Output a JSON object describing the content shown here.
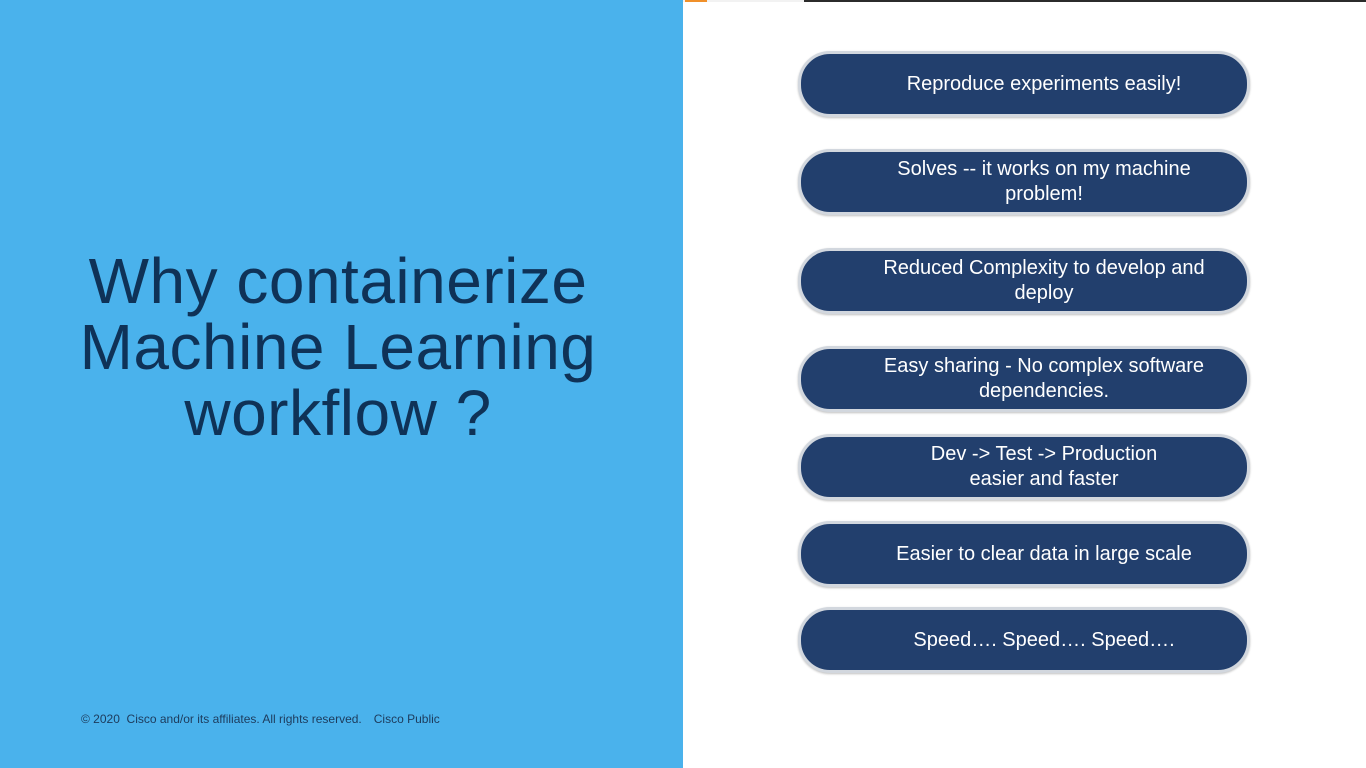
{
  "slide": {
    "title_lines": [
      "Why containerize",
      "Machine Learning",
      "workflow ?"
    ],
    "reasons": [
      "Reproduce experiments easily!",
      "Solves -- it works on my machine\nproblem!",
      "Reduced Complexity to develop and\ndeploy",
      "Easy sharing - No complex software\ndependencies.",
      "Dev -> Test -> Production\neasier and faster",
      "Easier to clear data in large scale",
      "Speed…. Speed…. Speed…."
    ],
    "footer": {
      "copyright": "© 2020  Cisco and/or its affiliates. All rights reserved.",
      "classification": "Cisco Public"
    }
  },
  "colors": {
    "left_panel": "#4ab2ec",
    "title": "#0f3257",
    "pill_fill": "#223f6d",
    "pill_border": "#d2d7de",
    "pill_text": "#ffffff"
  }
}
